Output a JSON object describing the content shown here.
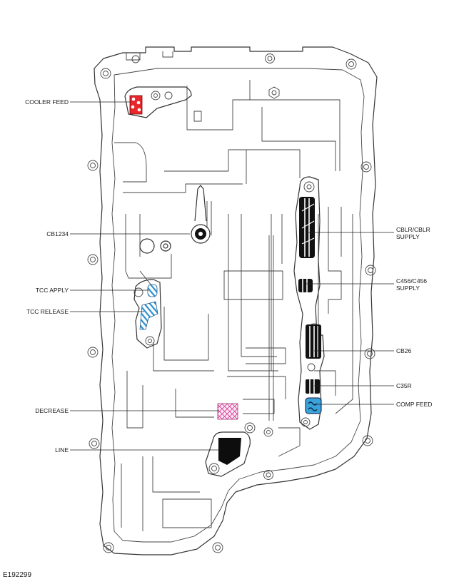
{
  "figure_id": "E192299",
  "colors": {
    "cooler_feed": "#e8262b",
    "tcc_stripe": "#2a8fd0",
    "decrease_hatch": "#d63c9a",
    "line_fill": "#0d0d0d",
    "comp_feed": "#3aa3d9",
    "outline": "#333333"
  },
  "callouts": {
    "cooler_feed": "COOLER FEED",
    "cb1234": "CB1234",
    "tcc_apply": "TCC APPLY",
    "tcc_release": "TCC RELEASE",
    "decrease": "DECREASE",
    "line": "LINE",
    "cblr_line1": "CBLR/CBLR",
    "cblr_line2": "SUPPLY",
    "c456_line1": "C456/C456",
    "c456_line2": "SUPPLY",
    "cb26": "CB26",
    "c35r": "C35R",
    "comp_feed": "COMP FEED"
  }
}
